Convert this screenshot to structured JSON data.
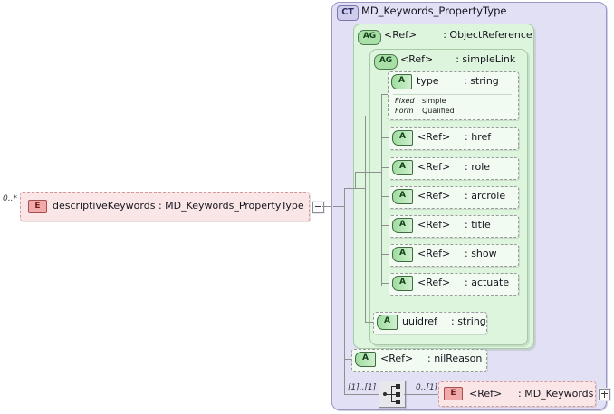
{
  "diagram": {
    "type": "xsd-schema-diagram",
    "root_element": {
      "badge": "E",
      "label": "descriptiveKeywords : MD_Keywords_PropertyType",
      "cardinality": "0..*",
      "toggle": "collapse-toggle"
    },
    "complex_type": {
      "badge": "CT",
      "title": "MD_Keywords_PropertyType",
      "attribute_groups": [
        {
          "badge": "AG",
          "name": "<Ref>",
          "type": ": ObjectReference"
        },
        {
          "badge": "AG",
          "name": "<Ref>",
          "type": ": simpleLink"
        }
      ],
      "simplelink_attributes": [
        {
          "badge": "A",
          "name": "type",
          "type": ": string",
          "facets": [
            {
              "key": "Fixed",
              "value": "simple"
            },
            {
              "key": "Form",
              "value": "Qualified"
            }
          ]
        },
        {
          "badge": "A",
          "name": "<Ref>",
          "type": ": href"
        },
        {
          "badge": "A",
          "name": "<Ref>",
          "type": ": role"
        },
        {
          "badge": "A",
          "name": "<Ref>",
          "type": ": arcrole"
        },
        {
          "badge": "A",
          "name": "<Ref>",
          "type": ": title"
        },
        {
          "badge": "A",
          "name": "<Ref>",
          "type": ": show"
        },
        {
          "badge": "A",
          "name": "<Ref>",
          "type": ": actuate"
        }
      ],
      "objectreference_attributes": [
        {
          "badge": "A",
          "name": "uuidref",
          "type": ": string"
        }
      ],
      "type_attributes": [
        {
          "badge": "A",
          "name": "<Ref>",
          "type": ": nilReason"
        }
      ],
      "sequence": {
        "icon": "sequence-compositor-icon",
        "cardinality": "[1]..[1]",
        "children": [
          {
            "badge": "E",
            "name": "<Ref>",
            "type": ": MD_Keywords",
            "cardinality": "0..[1]",
            "toggle": "expand-toggle"
          }
        ]
      }
    },
    "colors": {
      "complextype_fill": "#e2e0f5",
      "complextype_border": "#9a98c4",
      "attributegroup_fill": "#ddf5dd",
      "attributegroup_border": "#a6c9a6",
      "attribute_fill": "#f2fbf2",
      "element_fill": "#fae6e6",
      "element_border": "#cf9b9b",
      "connector": "#8f8f8f"
    }
  }
}
